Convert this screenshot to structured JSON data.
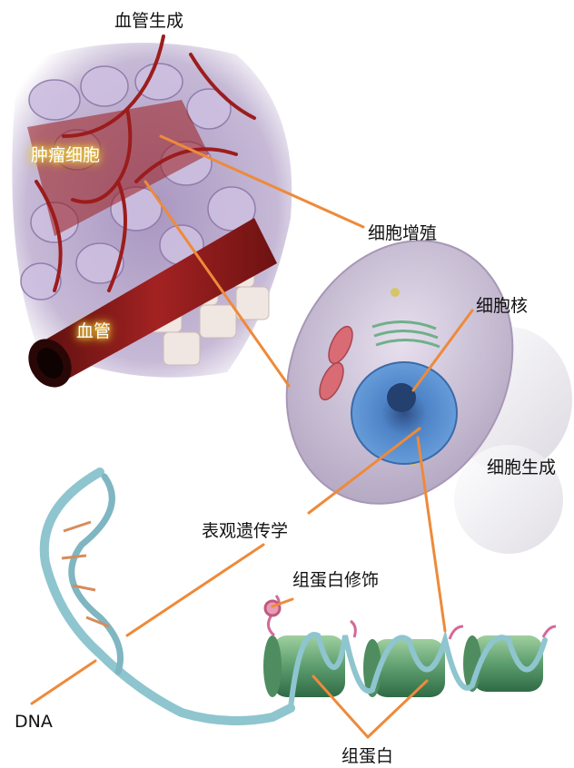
{
  "labels": {
    "angiogenesis": "血管生成",
    "tumor_cells": "肿瘤细胞",
    "blood_vessel": "血管",
    "cell_proliferation": "细胞增殖",
    "nucleus": "细胞核",
    "cell_generation": "细胞生成",
    "epigenetics": "表观遗传学",
    "histone_modification": "组蛋白修饰",
    "dna": "DNA",
    "histone": "组蛋白"
  },
  "colors": {
    "leader_line": "#ee8a3a",
    "vessel": "#8c1a1a",
    "tumor_tissue": "#b9a6c8",
    "cell_body": "#d3c9dc",
    "nucleus": "#4d86c9",
    "histone": "#5d9d6e",
    "dna_strand": "#8ec5cf"
  }
}
